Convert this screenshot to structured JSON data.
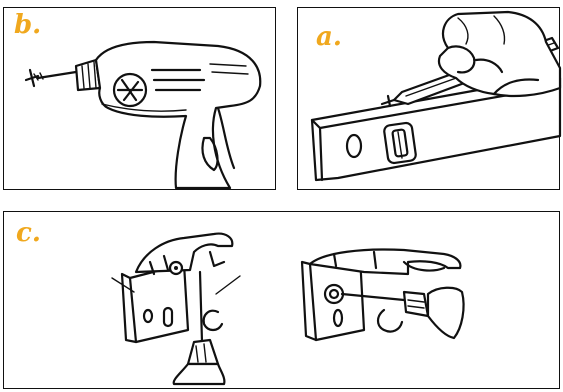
{
  "accent_color": "#f0a81e",
  "panels": {
    "b": {
      "label": "b."
    },
    "a": {
      "label": "a."
    },
    "c": {
      "label": "c."
    }
  },
  "illustrations": {
    "b": "drill-icon",
    "a": "level-and-pencil-icon",
    "c": [
      "bracket-with-screwdriver-icon",
      "bracket-mounted-icon"
    ]
  }
}
